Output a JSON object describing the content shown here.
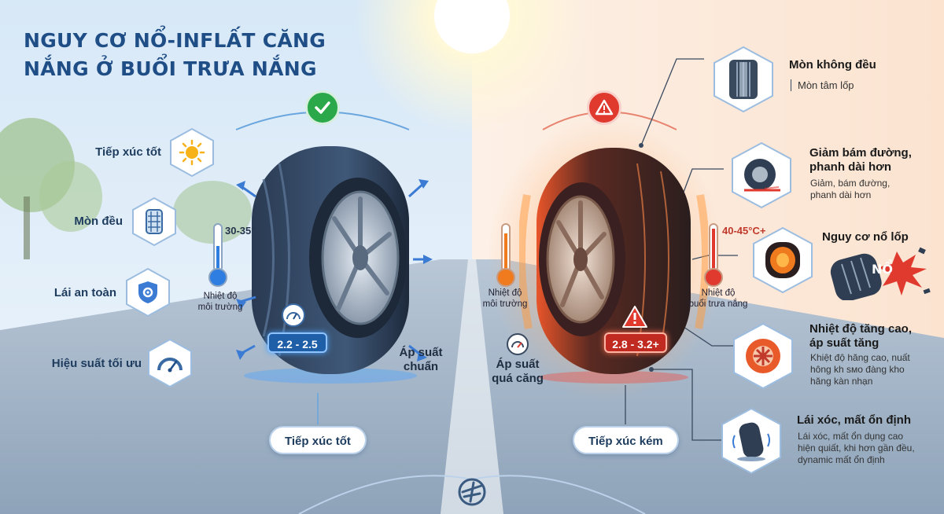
{
  "title": {
    "line1": "NGUY CƠ NỔ-INFLẤT CĂNG",
    "line2": "NẮNG Ở BUỔI TRƯA NẮNG"
  },
  "left_features": [
    {
      "label": "Tiếp xúc tốt",
      "icon": "sun-icon"
    },
    {
      "label": "Mòn đều",
      "icon": "tread-icon"
    },
    {
      "label": "Lái an toàn",
      "icon": "shield-gear-icon"
    },
    {
      "label": "Hiệu suất tối ưu",
      "icon": "speedometer-icon"
    }
  ],
  "left_tire": {
    "status_icon": "check-icon",
    "temp_range": "30-35°",
    "temp_caption": "Nhiệt độ\nmôi trường",
    "pressure_value": "2.2 - 2.5",
    "pressure_caption": "Áp suất\nchuẩn",
    "contact_label": "Tiếp xúc tốt",
    "accent_color": "#2aa84a"
  },
  "right_tire": {
    "status_icon": "warning-icon",
    "temp_range": "40-45°C+",
    "temp_caption_center": "Nhiệt độ\nmôi trường",
    "temp_caption_right": "Nhiệt độ\nbuổi trưa nắng",
    "pressure_value": "2.8 - 3.2+",
    "pressure_caption": "Áp suất\nquá căng",
    "contact_label": "Tiếp xúc kém",
    "accent_color": "#e03a2f"
  },
  "right_features": [
    {
      "title": "Mòn không đều",
      "sub": "Mòn tâm lốp"
    },
    {
      "title": "Giảm bám đường,\nphanh dài hơn",
      "sub": "Giảm, bám đường,\nphanh dài hơn"
    },
    {
      "title": "Nguy cơ nổ lốp",
      "sub": "",
      "burst": "NỔ"
    },
    {
      "title": "Nhiệt độ tăng cao,\náp suất tăng",
      "sub": "Khiệt độ hăng cao, nuất\nhông kh sмo đàng kho\nhăng kàn nhạn"
    },
    {
      "title": "Lái xóc, mất ổn định",
      "sub": "Lái xóc, mất ổn dụng cao\nhiện quiất, khi hơn gần đều,\ndynamic mất ổn định"
    }
  ],
  "colors": {
    "brand_blue": "#1f4e87",
    "safe_green": "#2aa84a",
    "danger_red": "#e03a2f",
    "hot_orange": "#f07a1e"
  }
}
